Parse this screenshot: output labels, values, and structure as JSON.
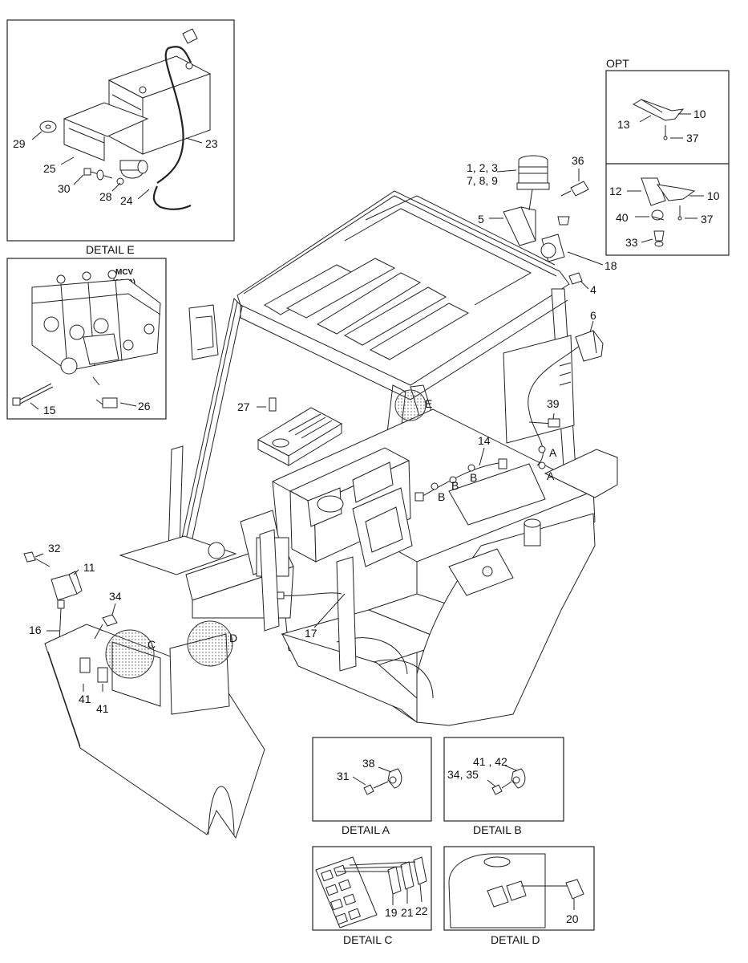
{
  "details": {
    "e": "DETAIL E",
    "a": "DETAIL A",
    "b": "DETAIL B",
    "c": "DETAIL C",
    "d": "DETAIL D",
    "opt": "OPT"
  },
  "mcv": {
    "line1": "MCV",
    "line2": "(3310)"
  },
  "callouts": {
    "c1_2_3": "1, 2, 3",
    "c7_8_9": "7, 8, 9",
    "c36": "36",
    "c5": "5",
    "c18": "18",
    "c4": "4",
    "c6": "6",
    "c39": "39",
    "c14": "14",
    "c27": "27",
    "c17": "17",
    "c11": "11",
    "c32": "32",
    "c16": "16",
    "c34": "34",
    "c41a": "41",
    "c41b": "41",
    "c13": "13",
    "c10a": "10",
    "c37a": "37",
    "c12": "12",
    "c10b": "10",
    "c40": "40",
    "c37b": "37",
    "c33": "33",
    "c29": "29",
    "c25": "25",
    "c30": "30",
    "c28": "28",
    "c24": "24",
    "c23": "23",
    "c15": "15",
    "c26": "26",
    "c38": "38",
    "c31": "31",
    "c41_42": "41 , 42",
    "c34_35": "34, 35",
    "c19": "19",
    "c21": "21",
    "c22": "22",
    "c20": "20"
  },
  "markers": {
    "a1": "A",
    "a2": "A",
    "b1": "B",
    "b2": "B",
    "b3": "B",
    "c": "C",
    "d": "D",
    "e": "E"
  }
}
